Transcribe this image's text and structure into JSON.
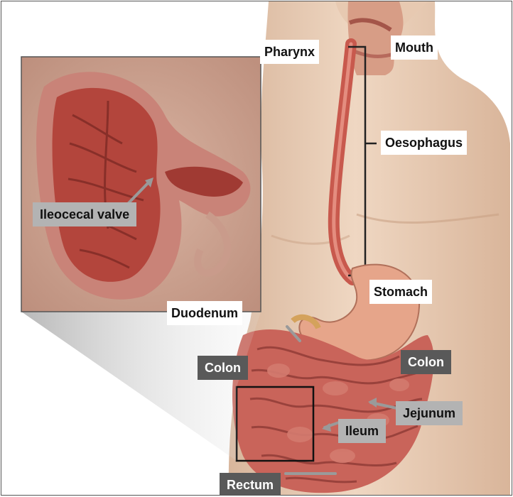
{
  "labels": {
    "pharynx": "Pharynx",
    "mouth": "Mouth",
    "oesophagus": "Oesophagus",
    "stomach": "Stomach",
    "duodenum": "Duodenum",
    "colon_left": "Colon",
    "colon_right": "Colon",
    "jejunum": "Jejunum",
    "ileum": "Ileum",
    "rectum": "Rectum",
    "ileocecal_valve": "Ileocecal valve"
  },
  "colors": {
    "skin": "#e9cdb6",
    "skin_shadow": "#cfa98c",
    "organ": "#c9645a",
    "organ_dark": "#8e3a35",
    "stomach": "#e6a58a",
    "label_dark": "#595959",
    "label_grey": "#b3b3b3",
    "bracket": "#222222"
  }
}
